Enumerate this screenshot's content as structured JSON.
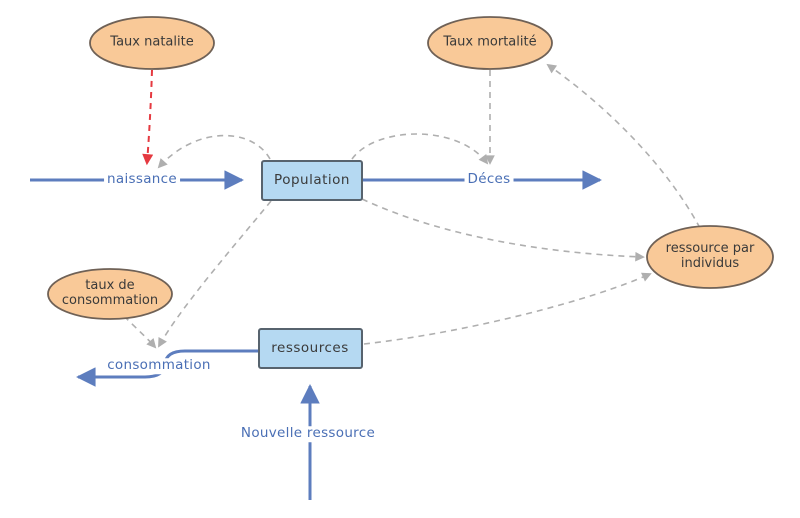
{
  "colors": {
    "flow-blue": "#5d7dbe",
    "label-blue": "#4a6fb5",
    "link-gray": "#afafaf",
    "link-red": "#e53940",
    "variable-fill": "#f9c998",
    "variable-border": "#6f6156",
    "stock-fill": "#b5d9f2",
    "stock-border": "#57636e",
    "node-text": "#3a3a3a",
    "canvas-bg": "#ffffff"
  },
  "nodes": {
    "taux_natalite": {
      "type": "variable",
      "label": "Taux natalite"
    },
    "taux_mortalite": {
      "type": "variable",
      "label": "Taux mortalité"
    },
    "population": {
      "type": "stock",
      "label": "Population"
    },
    "ressources": {
      "type": "stock",
      "label": "ressources"
    },
    "ressource_par_individus": {
      "type": "variable",
      "label": "ressource par individus"
    },
    "taux_de_consommation": {
      "type": "variable",
      "label": "taux de consommation"
    }
  },
  "flows": {
    "naissance": {
      "label": "naissance"
    },
    "deces": {
      "label": "Déces"
    },
    "consommation": {
      "label": "consommation"
    },
    "nouvelle_ressource": {
      "label": "Nouvelle ressource"
    }
  },
  "links": [
    {
      "from": "Taux natalite",
      "to": "naissance",
      "style": "red-dashed"
    },
    {
      "from": "Population",
      "to": "naissance",
      "style": "gray-dashed"
    },
    {
      "from": "Population",
      "to": "Déces",
      "style": "gray-dashed"
    },
    {
      "from": "Taux mortalité",
      "to": "Déces",
      "style": "gray-dashed"
    },
    {
      "from": "ressource par individus",
      "to": "Taux mortalité",
      "style": "gray-dashed"
    },
    {
      "from": "Population",
      "to": "ressource par individus",
      "style": "gray-dashed"
    },
    {
      "from": "ressources",
      "to": "ressource par individus",
      "style": "gray-dashed"
    },
    {
      "from": "taux de consommation",
      "to": "consommation",
      "style": "gray-dashed"
    },
    {
      "from": "Population",
      "to": "consommation",
      "style": "gray-dashed"
    }
  ]
}
